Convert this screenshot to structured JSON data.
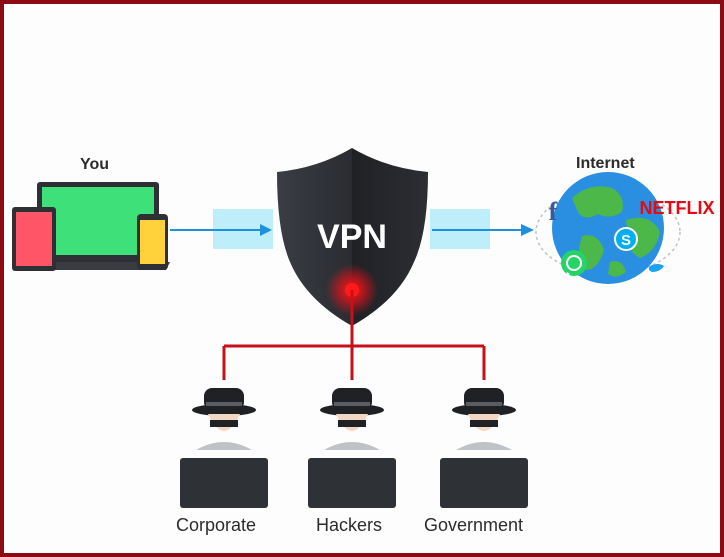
{
  "labels": {
    "you": "You",
    "internet": "Internet",
    "vpn": "VPN",
    "netflix": "NETFLIX",
    "facebook": "f",
    "skype": "S",
    "corporate": "Corporate",
    "hackers": "Hackers",
    "government": "Government"
  },
  "icons": {
    "devices": [
      "laptop-icon",
      "tablet-icon",
      "phone-icon"
    ],
    "shield": "shield-icon",
    "globe": "globe-icon",
    "observers": [
      "spy-icon",
      "spy-icon",
      "spy-icon"
    ]
  },
  "colors": {
    "frame": "#8b0a14",
    "laptop_screen": "#3ee07a",
    "tablet_screen": "#ff5566",
    "phone_screen": "#ffd13a",
    "tunnel": "#bdeefa",
    "arrow": "#1e90e0",
    "shield": "#2f3238",
    "leak_red": "#e5121a",
    "line_red": "#c8101a",
    "globe_ocean": "#2a8fe0",
    "globe_land": "#4cb84a",
    "netflix": "#e50914",
    "facebook": "#3b5998",
    "skype": "#00aff0",
    "whatsapp": "#25d366",
    "twitter": "#1da1f2"
  }
}
